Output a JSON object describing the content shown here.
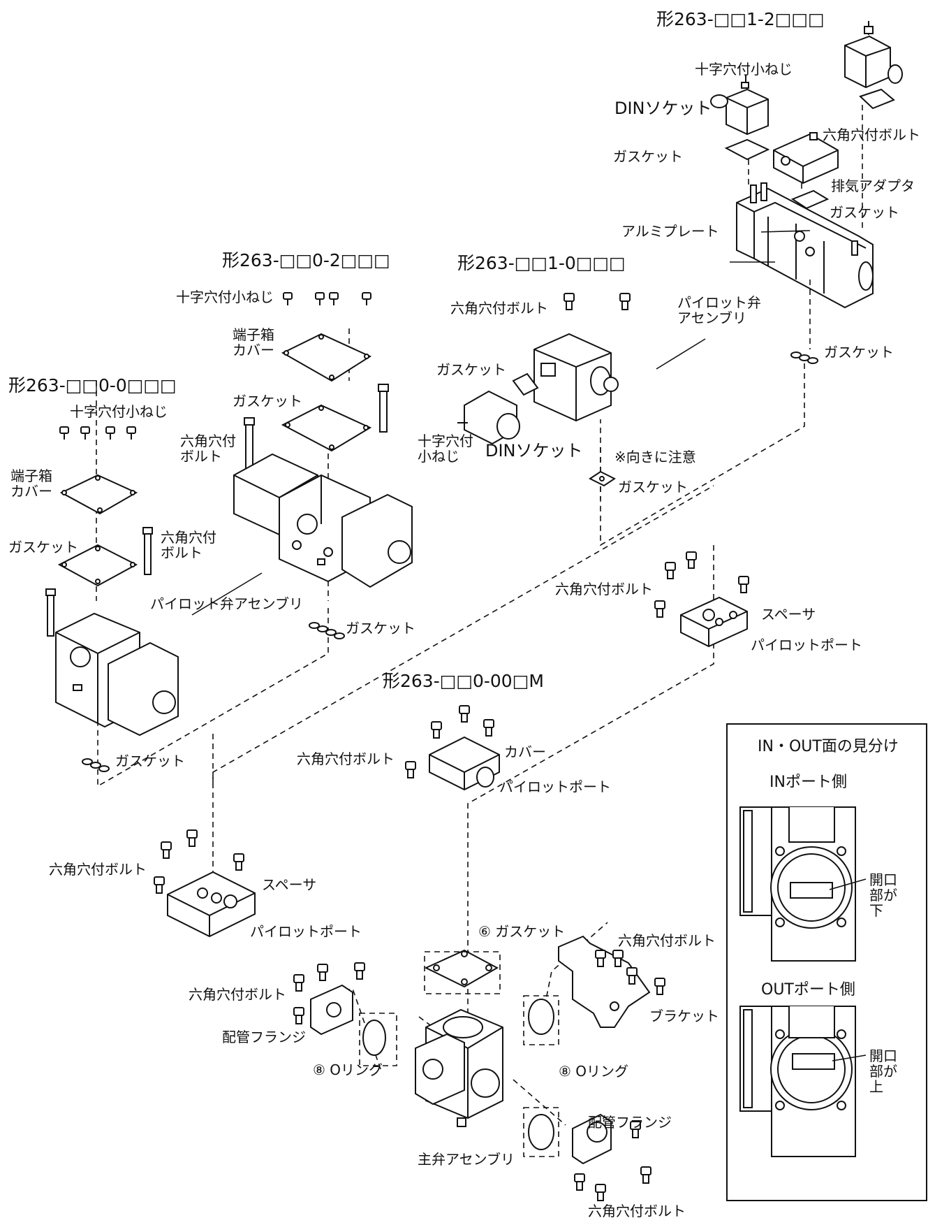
{
  "models": {
    "m1": "形263-□□1-2□□□",
    "m2": "形263-□□0-2□□□",
    "m3": "形263-□□1-0□□□",
    "m4": "形263-□□0-0□□□",
    "m5": "形263-□□0-00□M"
  },
  "labels": {
    "screw_tr": "十字穴付小ねじ",
    "din_tr": "DINソケット",
    "gasket_tr": "ガスケット",
    "hexbolt_tr": "六角穴付ボルト",
    "exhaust_adapter": "排気アダプタ",
    "gasket_tr2": "ガスケット",
    "aluminum_plate": "アルミプレート",
    "pilot_valve_tr": "パイロット弁アセンブリ",
    "gasket_tr3": "ガスケット",
    "screw_m2": "十字穴付小ねじ",
    "terminal_cover_m2": "端子箱カバー",
    "gasket_m2": "ガスケット",
    "hexbolt_m2": "六角穴付ボルト",
    "pilot_valve_m2": "パイロット弁アセンブリ",
    "gasket_m2b": "ガスケット",
    "hexbolt_m3": "六角穴付ボルト",
    "gasket_m3": "ガスケット",
    "screw_m3": "十字穴付小ねじ",
    "din_m3": "DINソケット",
    "caution": "※向きに注意",
    "gasket_m3b": "ガスケット",
    "hexbolt_sp_r": "六角穴付ボルト",
    "spacer_r": "スペーサ",
    "pilot_port_r": "パイロットポート",
    "screw_m4": "十字穴付小ねじ",
    "terminal_cover_m4": "端子箱カバー",
    "gasket_m4": "ガスケット",
    "hexbolt_m4": "六角穴付ボルト",
    "gasket_m4b": "ガスケット",
    "hexbolt_cover": "六角穴付ボルト",
    "cover": "カバー",
    "pilot_port_c": "パイロットポート",
    "hexbolt_sp_l": "六角穴付ボルト",
    "spacer_l": "スペーサ",
    "pilot_port_l": "パイロットポート",
    "gasket_6": "⑥ ガスケット",
    "hexbolt_bracket": "六角穴付ボルト",
    "bracket": "ブラケット",
    "hexbolt_flange_l": "六角穴付ボルト",
    "pipe_flange_l": "配管フランジ",
    "oring_l": "⑧ Oリング",
    "oring_r": "⑧ Oリング",
    "pipe_flange_r": "配管フランジ",
    "main_valve": "主弁アセンブリ",
    "hexbolt_flange_r": "六角穴付ボルト"
  },
  "inset": {
    "title": "IN・OUT面の見分け",
    "in_side": "INポート側",
    "out_side": "OUTポート側",
    "opening_down": "開口部が下",
    "opening_up": "開口部が上"
  }
}
